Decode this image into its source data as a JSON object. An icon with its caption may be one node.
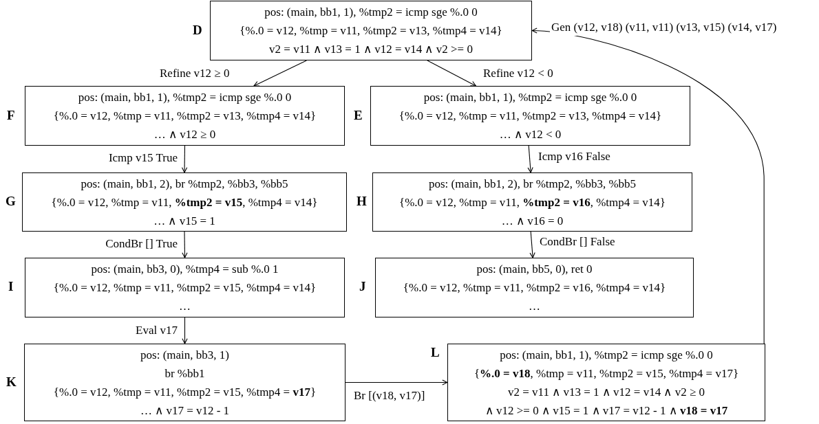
{
  "diagram": {
    "nodes": [
      {
        "text": [
          "pos: (main, bb1, 1), %tmp2 = icmp sge %.0 0",
          "{%.0 = v12, %tmp = v11, %tmp2 = v13, %tmp4 = v14}",
          "v2 = v11 ∧ v13 = 1 ∧ v12 = v14 ∧ v2 >= 0"
        ],
        "beside": [
          "D"
        ]
      },
      {
        "text": [
          "pos: (main, bb1, 1), %tmp2 = icmp sge %.0 0",
          "{%.0 = v12, %tmp = v11, %tmp2 = v13, %tmp4 = v14}",
          "… ∧ v12 ≥ 0"
        ],
        "beside": [
          "F"
        ]
      },
      {
        "text": [
          "pos: (main, bb1, 1), %tmp2 = icmp sge %.0 0",
          "{%.0 = v12, %tmp = v11, %tmp2 = v13, %tmp4 = v14}",
          "… ∧ v12 < 0"
        ],
        "beside": [
          "E"
        ]
      },
      {
        "text": [
          "pos: (main, bb1, 2), br %tmp2, %bb3, %bb5",
          "{%.0 = v12, %tmp = v11, **%tmp2 = v15**, %tmp4 = v14}",
          "… ∧ v15 = 1"
        ],
        "beside": [
          "G"
        ]
      },
      {
        "text": [
          "pos: (main, bb1, 2), br %tmp2, %bb3, %bb5",
          "{%.0 = v12, %tmp = v11, **%tmp2 = v16**, %tmp4 = v14}",
          "… ∧ v16 = 0"
        ],
        "beside": [
          "H"
        ]
      },
      {
        "text": [
          "pos: (main, bb3, 0), %tmp4 = sub %.0 1",
          "{%.0 = v12, %tmp = v11, %tmp2 = v15, %tmp4 = v14}",
          "…"
        ],
        "beside": [
          "I"
        ]
      },
      {
        "text": [
          "pos: (main, bb5, 0), ret 0",
          "{%.0 = v12, %tmp = v11, %tmp2 = v16, %tmp4 = v14}",
          "…"
        ],
        "beside": [
          "J"
        ]
      },
      {
        "text": [
          "pos: (main, bb3, 1)",
          "br %bb1",
          "{%.0 = v12, %tmp = v11, %tmp2 = v15, %tmp4 = **v17**}",
          "… ∧ v17 = v12 - 1"
        ],
        "beside": [
          "K"
        ]
      },
      {
        "text": [
          "pos: (main, bb1, 1), %tmp2 = icmp sge %.0 0",
          "{**%.0 = v18**, %tmp = v11, %tmp2 = v15, %tmp4 = v17}",
          "v2 = v11 ∧ v13 = 1 ∧ v12 = v14 ∧ v2 ≥ 0",
          "∧ v12 >= 0 ∧ v15 = 1 ∧ v17 = v12 - 1 ∧ **v18 = v17**"
        ],
        "beside": [
          "L"
        ]
      }
    ],
    "edges": [
      {
        "from": 0,
        "to": 1,
        "arrow": "to",
        "label": "Refine v12 ≥ 0"
      },
      {
        "from": 0,
        "to": 2,
        "arrow": "to",
        "label": "Refine v12 < 0"
      },
      {
        "from": 1,
        "to": 3,
        "arrow": "to",
        "label": "Icmp v15 True"
      },
      {
        "from": 2,
        "to": 4,
        "arrow": "to",
        "label": "Icmp v16 False"
      },
      {
        "from": 3,
        "to": 5,
        "arrow": "to",
        "label": "CondBr [] True"
      },
      {
        "from": 4,
        "to": 6,
        "arrow": "to",
        "label": "CondBr [] False"
      },
      {
        "from": 5,
        "to": 7,
        "arrow": "to",
        "label": "Eval v17"
      },
      {
        "from": 7,
        "to": 8,
        "arrow": "to",
        "label": "Br [(v18, v17)]"
      },
      {
        "from": 8,
        "to": 0,
        "arrow": "to",
        "label": "Gen (v12, v18) (v11, v11) (v13, v15) (v14, v17)"
      }
    ]
  }
}
